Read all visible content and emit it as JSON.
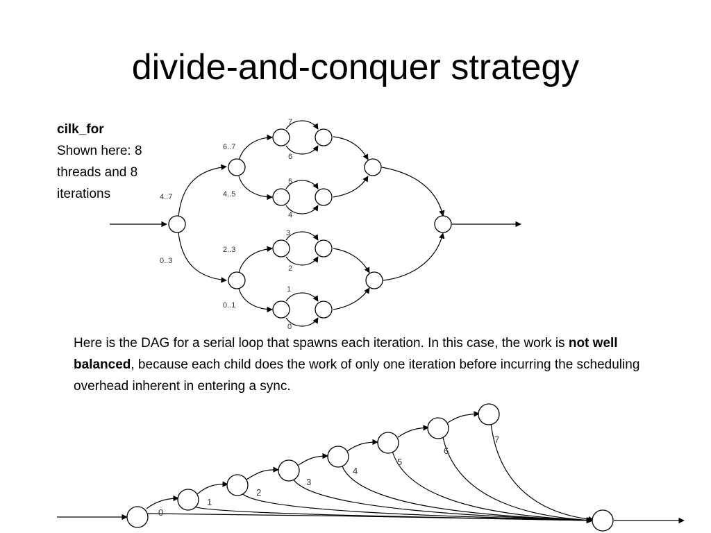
{
  "slide": {
    "title": "divide-and-conquer strategy",
    "sidenote": {
      "heading": "cilk_for",
      "body": "Shown here: 8 threads and 8 iterations"
    },
    "paragraph": {
      "before": "Here is the DAG for a serial loop that spawns each iteration. In this case, the work is ",
      "bold": "not well balanced",
      "after": ", because each child does the work of only one iteration before incurring the scheduling overhead inherent in entering a sync."
    }
  },
  "diagram_top": {
    "range_labels": [
      "4..7",
      "0..3",
      "6..7",
      "4..5",
      "2..3",
      "0..1"
    ],
    "iteration_labels": [
      "7",
      "6",
      "5",
      "4",
      "3",
      "2",
      "1",
      "0"
    ]
  },
  "diagram_bottom": {
    "iteration_labels": [
      "0",
      "1",
      "2",
      "3",
      "4",
      "5",
      "6",
      "7"
    ]
  }
}
